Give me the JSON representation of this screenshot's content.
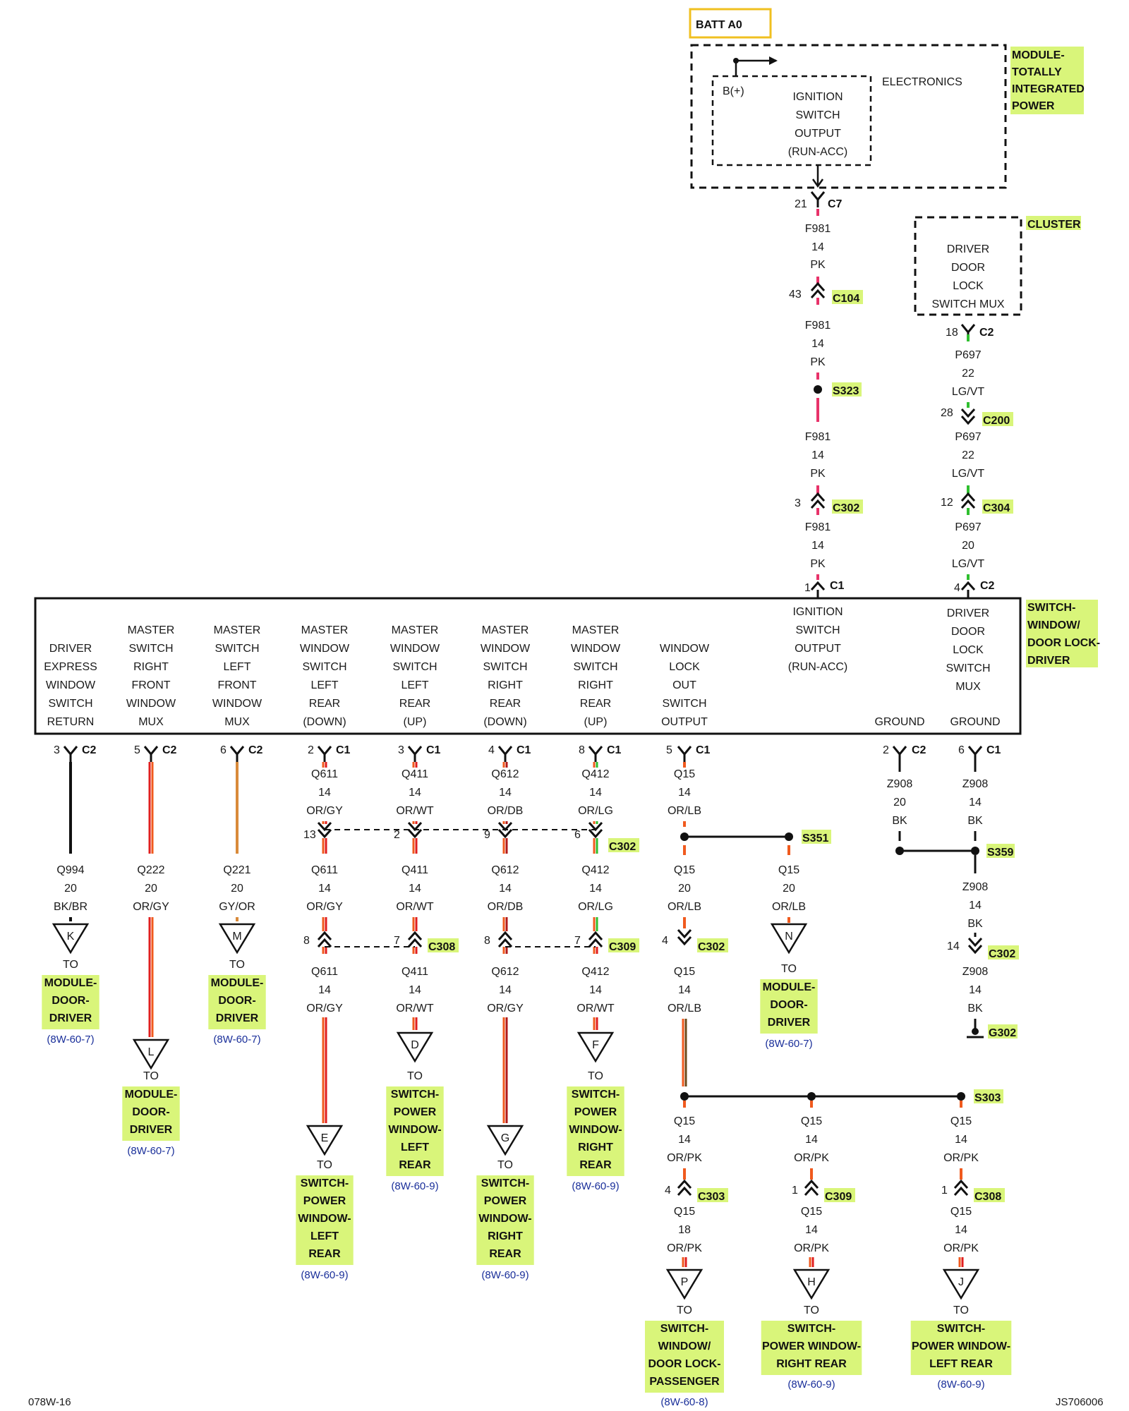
{
  "batt": "BATT A0",
  "tipm": {
    "name": [
      "MODULE-",
      "TOTALLY",
      "INTEGRATED",
      "POWER"
    ],
    "electronics": "ELECTRONICS",
    "bplus": "B(+)",
    "ign": [
      "IGNITION",
      "SWITCH",
      "OUTPUT",
      "(RUN-ACC)"
    ],
    "pin": "21",
    "conn": "C7"
  },
  "cluster": {
    "name": "CLUSTER",
    "func": [
      "DRIVER",
      "DOOR",
      "LOCK",
      "SWITCH MUX"
    ],
    "pin": "18",
    "conn": "C2"
  },
  "f981": {
    "seg1": [
      "F981",
      "14",
      "PK"
    ],
    "c104": {
      "pin": "43",
      "conn": "C104"
    },
    "seg2": [
      "F981",
      "14",
      "PK"
    ],
    "splice": "S323",
    "seg3": [
      "F981",
      "14",
      "PK"
    ],
    "c302": {
      "pin": "3",
      "conn": "C302"
    },
    "seg4": [
      "F981",
      "14",
      "PK"
    ],
    "c1": {
      "pin": "1",
      "conn": "C1"
    }
  },
  "p697": {
    "seg1": [
      "P697",
      "22",
      "LG/VT"
    ],
    "c200": {
      "pin": "28",
      "conn": "C200"
    },
    "seg2": [
      "P697",
      "22",
      "LG/VT"
    ],
    "c304": {
      "pin": "12",
      "conn": "C304"
    },
    "seg3": [
      "P697",
      "20",
      "LG/VT"
    ],
    "c2": {
      "pin": "4",
      "conn": "C2"
    }
  },
  "switch_module": {
    "name": [
      "SWITCH-",
      "WINDOW/",
      "DOOR LOCK-",
      "DRIVER"
    ],
    "ign_func": [
      "IGNITION",
      "SWITCH",
      "OUTPUT",
      "(RUN-ACC)"
    ],
    "dlsm_func": [
      "DRIVER",
      "DOOR",
      "LOCK",
      "SWITCH",
      "MUX"
    ],
    "ground1": "GROUND",
    "ground2": "GROUND"
  },
  "columns": [
    {
      "func": [
        "DRIVER",
        "EXPRESS",
        "WINDOW",
        "SWITCH",
        "RETURN"
      ],
      "pin": "3",
      "conn": "C2",
      "wire": [
        "Q994",
        "20",
        "BK/BR"
      ],
      "arrow": "K",
      "to": [
        "MODULE-",
        "DOOR-",
        "DRIVER"
      ],
      "ref": "(8W-60-7)"
    },
    {
      "func": [
        "MASTER",
        "SWITCH",
        "RIGHT",
        "FRONT",
        "WINDOW",
        "MUX"
      ],
      "pin": "5",
      "conn": "C2",
      "wire": [
        "Q222",
        "20",
        "OR/GY"
      ],
      "arrow": "L",
      "to": [
        "MODULE-",
        "DOOR-",
        "DRIVER"
      ],
      "ref": "(8W-60-7)"
    },
    {
      "func": [
        "MASTER",
        "SWITCH",
        "LEFT",
        "FRONT",
        "WINDOW",
        "MUX"
      ],
      "pin": "6",
      "conn": "C2",
      "wire": [
        "Q221",
        "20",
        "GY/OR"
      ],
      "arrow": "M",
      "to": [
        "MODULE-",
        "DOOR-",
        "DRIVER"
      ],
      "ref": "(8W-60-7)"
    },
    {
      "func": [
        "MASTER",
        "WINDOW",
        "SWITCH",
        "LEFT",
        "REAR",
        "(DOWN)"
      ],
      "pin": "2",
      "conn": "C1",
      "wire1": [
        "Q611",
        "14",
        "OR/GY"
      ],
      "pinA": "13",
      "wire2": [
        "Q611",
        "14",
        "OR/GY"
      ],
      "pinB": "8",
      "wire3": [
        "Q611",
        "14",
        "OR/GY"
      ],
      "arrow": "E",
      "to": [
        "SWITCH-",
        "POWER",
        "WINDOW-",
        "LEFT",
        "REAR"
      ],
      "ref": "(8W-60-9)"
    },
    {
      "func": [
        "MASTER",
        "WINDOW",
        "SWITCH",
        "LEFT",
        "REAR",
        "(UP)"
      ],
      "pin": "3",
      "conn": "C1",
      "wire1": [
        "Q411",
        "14",
        "OR/WT"
      ],
      "pinA": "2",
      "wire2": [
        "Q411",
        "14",
        "OR/WT"
      ],
      "pinB": "7",
      "wire3": [
        "Q411",
        "14",
        "OR/WT"
      ],
      "arrow": "D",
      "to": [
        "SWITCH-",
        "POWER",
        "WINDOW-",
        "LEFT",
        "REAR"
      ],
      "ref": "(8W-60-9)"
    },
    {
      "func": [
        "MASTER",
        "WINDOW",
        "SWITCH",
        "RIGHT",
        "REAR",
        "(DOWN)"
      ],
      "pin": "4",
      "conn": "C1",
      "wire1": [
        "Q612",
        "14",
        "OR/DB"
      ],
      "pinA": "9",
      "wire2": [
        "Q612",
        "14",
        "OR/DB"
      ],
      "pinB": "8",
      "wire3": [
        "Q612",
        "14",
        "OR/GY"
      ],
      "arrow": "G",
      "to": [
        "SWITCH-",
        "POWER",
        "WINDOW-",
        "RIGHT",
        "REAR"
      ],
      "ref": "(8W-60-9)"
    },
    {
      "func": [
        "MASTER",
        "WINDOW",
        "SWITCH",
        "RIGHT",
        "REAR",
        "(UP)"
      ],
      "pin": "8",
      "conn": "C1",
      "wire1": [
        "Q412",
        "14",
        "OR/LG"
      ],
      "pinA": "6",
      "wire2": [
        "Q412",
        "14",
        "OR/LG"
      ],
      "pinB": "7",
      "wire3": [
        "Q412",
        "14",
        "OR/WT"
      ],
      "arrow": "F",
      "to": [
        "SWITCH-",
        "POWER",
        "WINDOW-",
        "RIGHT",
        "REAR"
      ],
      "ref": "(8W-60-9)"
    }
  ],
  "inline": {
    "c302": "C302",
    "c308": "C308",
    "c309": "C309"
  },
  "window_lock": {
    "func": [
      "WINDOW",
      "LOCK",
      "OUT",
      "SWITCH",
      "OUTPUT"
    ],
    "pin": "5",
    "conn": "C1",
    "wire1": [
      "Q15",
      "14",
      "OR/LB"
    ],
    "splice": "S351",
    "wire2": [
      "Q15",
      "20",
      "OR/LB"
    ],
    "c302": {
      "pin": "4",
      "conn": "C302"
    },
    "wire3": [
      "Q15",
      "14",
      "OR/LB"
    ],
    "branch": {
      "wire": [
        "Q15",
        "20",
        "OR/LB"
      ],
      "arrow": "N",
      "to": [
        "MODULE-",
        "DOOR-",
        "DRIVER"
      ],
      "ref": "(8W-60-7)"
    },
    "s303": "S303",
    "outs": [
      {
        "wire1": [
          "Q15",
          "14",
          "OR/PK"
        ],
        "pin": "4",
        "conn": "C303",
        "wire2": [
          "Q15",
          "18",
          "OR/PK"
        ],
        "arrow": "P",
        "to": [
          "SWITCH-",
          "WINDOW/",
          "DOOR LOCK-",
          "PASSENGER"
        ],
        "ref": "(8W-60-8)"
      },
      {
        "wire1": [
          "Q15",
          "14",
          "OR/PK"
        ],
        "pin": "1",
        "conn": "C309",
        "wire2": [
          "Q15",
          "14",
          "OR/PK"
        ],
        "arrow": "H",
        "to": [
          "SWITCH-",
          "POWER WINDOW-",
          "RIGHT REAR"
        ],
        "ref": "(8W-60-9)"
      },
      {
        "wire1": [
          "Q15",
          "14",
          "OR/PK"
        ],
        "pin": "1",
        "conn": "C308",
        "wire2": [
          "Q15",
          "14",
          "OR/PK"
        ],
        "arrow": "J",
        "to": [
          "SWITCH-",
          "POWER WINDOW-",
          "LEFT REAR"
        ],
        "ref": "(8W-60-9)"
      }
    ]
  },
  "ground": {
    "g1": {
      "pin": "2",
      "conn": "C2",
      "wire": [
        "Z908",
        "20",
        "BK"
      ]
    },
    "g2": {
      "pin": "6",
      "conn": "C1",
      "wire": [
        "Z908",
        "14",
        "BK"
      ]
    },
    "splice": "S359",
    "wire2": [
      "Z908",
      "14",
      "BK"
    ],
    "c302": {
      "pin": "14",
      "conn": "C302"
    },
    "wire3": [
      "Z908",
      "14",
      "BK"
    ],
    "gnd": "G302"
  },
  "footer": {
    "left": "078W-16",
    "right": "JS706006"
  },
  "colors": {
    "pk": "#e8336a",
    "or": "#f05a1e",
    "red": "#e01e1e",
    "green": "#2fbf2f",
    "lgvt": "#9ad66a",
    "bk": "#111111",
    "tan": "#d98a3a",
    "highlight": "#d9f57a",
    "battBorder": "#f0c020",
    "refBlue": "#1a2f9a"
  }
}
